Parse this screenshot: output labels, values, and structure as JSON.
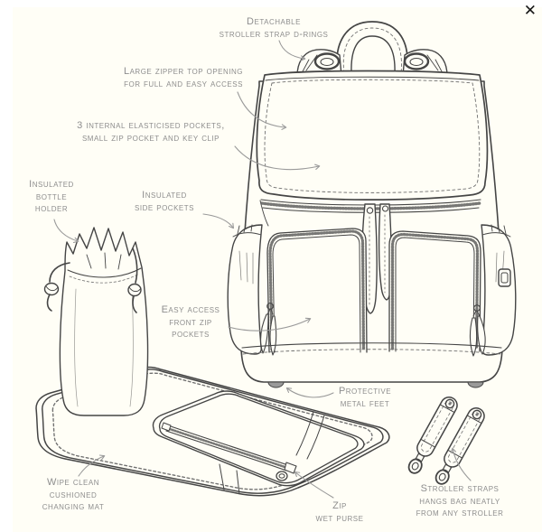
{
  "window": {
    "type": "product-diagram-lightbox",
    "close_glyph": "✕"
  },
  "colors": {
    "background": "#fffef6",
    "line_art": "#454545",
    "label_text": "#8e8e8e",
    "arrow": "#9a9a9a",
    "metal_feet_fill": "#9a9a9a"
  },
  "labels": {
    "drings": {
      "lines": [
        "Detachable",
        "stroller strap d-rings"
      ]
    },
    "zipper_top": {
      "lines": [
        "Large zipper top opening",
        "for full and easy access"
      ]
    },
    "internal": {
      "lines": [
        "3 internal elasticised pockets,",
        "small zip pocket and key clip"
      ]
    },
    "bottle": {
      "lines": [
        "Insulated",
        "bottle",
        "holder"
      ]
    },
    "side_pockets": {
      "lines": [
        "Insulated",
        "side pockets"
      ]
    },
    "front_zip": {
      "lines": [
        "Easy access",
        "front zip",
        "pockets"
      ]
    },
    "feet": {
      "lines": [
        "Protective",
        "metal feet"
      ]
    },
    "mat": {
      "lines": [
        "Wipe clean",
        "cushioned",
        "changing mat"
      ]
    },
    "wet_purse": {
      "lines": [
        "Zip",
        "wet purse"
      ]
    },
    "straps": {
      "lines": [
        "Stroller straps",
        "hangs bag neatly",
        "from any stroller"
      ]
    }
  }
}
